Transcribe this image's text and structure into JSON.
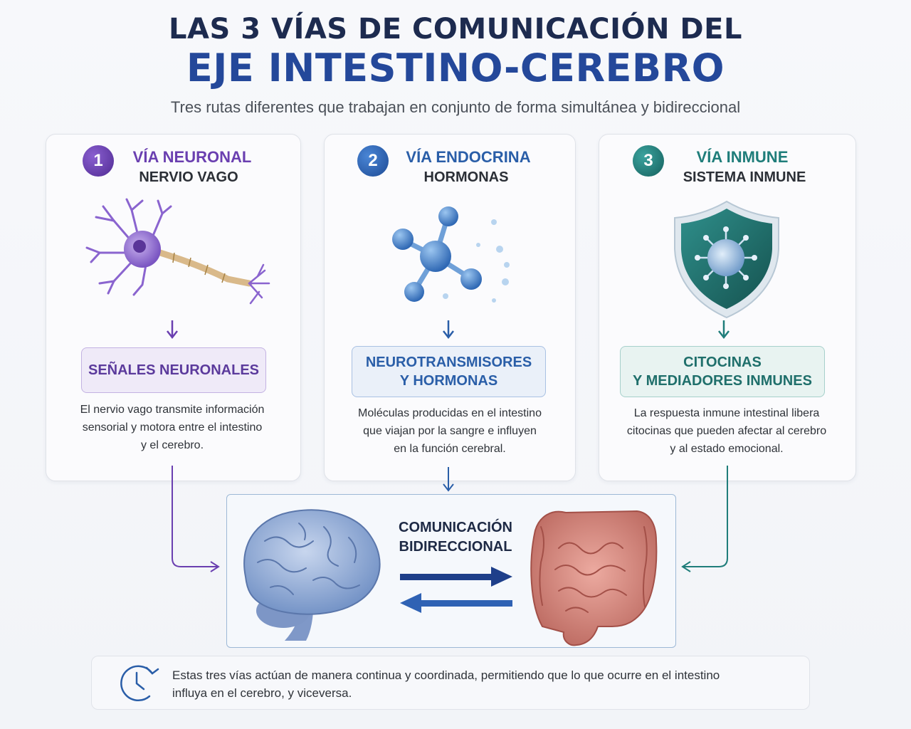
{
  "title": {
    "line1": "LAS 3 VÍAS DE COMUNICACIÓN DEL",
    "line2": "EJE INTESTINO-CEREBRO",
    "subtitle": "Tres rutas diferentes que trabajan en conjunto de forma simultánea y bidireccional"
  },
  "pathways": [
    {
      "number": "1",
      "title": "VÍA NEURONAL",
      "subtitle": "NERVIO VAGO",
      "box": "SEÑALES NEURONALES",
      "description": [
        "El nervio vago transmite información",
        "sensorial y motora entre el intestino",
        "y el cerebro."
      ],
      "color": "#6a3fb0",
      "icon": "neuron-icon"
    },
    {
      "number": "2",
      "title": "VÍA ENDOCRINA",
      "subtitle": "HORMONAS",
      "box": [
        "NEUROTRANSMISORES",
        "Y HORMONAS"
      ],
      "description": [
        "Moléculas producidas en el intestino",
        "que viajan por la sangre e influyen",
        "en la función cerebral."
      ],
      "color": "#2a5ea8",
      "icon": "molecule-icon"
    },
    {
      "number": "3",
      "title": "VÍA INMUNE",
      "subtitle": "SISTEMA INMUNE",
      "box": [
        "CITOCINAS",
        "Y MEDIADORES INMUNES"
      ],
      "description": [
        "La respuesta inmune intestinal libera",
        "citocinas que pueden afectar al cerebro",
        "y al estado emocional."
      ],
      "color": "#1f7d7a",
      "icon": "shield-virus-icon"
    }
  ],
  "center": {
    "label": [
      "COMUNICACIÓN",
      "BIDIRECCIONAL"
    ],
    "left_icon": "brain-icon",
    "right_icon": "intestine-icon"
  },
  "footer": {
    "icon": "clock-cycle-icon",
    "text": [
      "Estas tres vías actúan de manera continua y coordinada, permitiendo que lo que ocurre en el intestino",
      "influya en el cerebro, y viceversa."
    ]
  }
}
